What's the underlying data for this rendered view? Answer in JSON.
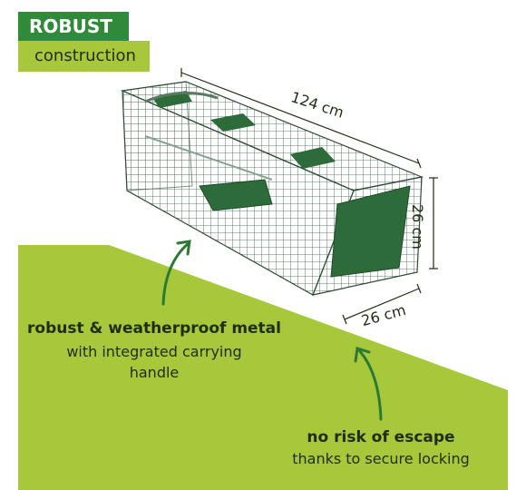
{
  "badge": {
    "top": "ROBUST",
    "bottom": "construction"
  },
  "dimensions": {
    "length": "124 cm",
    "height": "26 cm",
    "width": "26 cm"
  },
  "features": {
    "metal_bold": "robust & weatherproof metal",
    "metal_line1": "with integrated carrying",
    "metal_line2": "handle",
    "escape_bold": "no risk of escape",
    "escape_line": "thanks to secure locking"
  },
  "colors": {
    "dark_green": "#2f8a3a",
    "lime": "#a6c83a",
    "cage_green": "#2e6b3a",
    "text": "#1f2d12"
  }
}
